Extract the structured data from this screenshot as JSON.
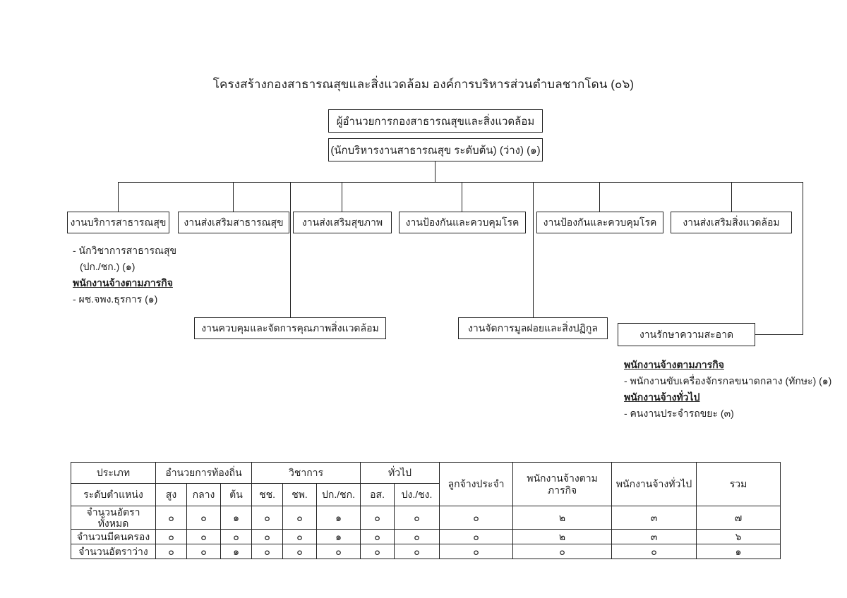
{
  "colors": {
    "ink": "#1f1f1f",
    "background": "#ffffff"
  },
  "page": {
    "title": "โครงสร้างกองสาธารณสุขและสิ่งแวดล้อม องค์การบริหารส่วนตำบลชากโดน (๐๖)"
  },
  "director": {
    "line1": "ผู้อำนวยการกองสาธารณสุขและสิ่งแวดล้อม",
    "line2": "(นักบริหารงานสาธารณสุข ระดับต้น) (ว่าง) (๑)"
  },
  "departments": [
    {
      "label": "งานบริการสาธารณสุข"
    },
    {
      "label": "งานส่งเสริมสาธารณสุข"
    },
    {
      "label": "งานส่งเสริมสุขภาพ"
    },
    {
      "label": "งานป้องกันและควบคุมโรค"
    },
    {
      "label": "งานป้องกันและควบคุมโรค"
    },
    {
      "label": "งานส่งเสริมสิ่งแวดล้อม"
    }
  ],
  "dept1_notes": {
    "line1": "- นักวิชาการสาธารณสุข",
    "line2": "(ปก./ชก.) (๑)",
    "heading": "พนักงานจ้างตามภารกิจ",
    "line3": "- ผช.จพง.ธุรการ (๑)"
  },
  "sub_departments": [
    {
      "label": "งานควบคุมและจัดการคุณภาพสิ่งแวดล้อม"
    },
    {
      "label": "งานจัดการมูลฝอยและสิ่งปฏิกูล"
    },
    {
      "label": "งานรักษาความสะอาด"
    }
  ],
  "cleaning_notes": {
    "heading1": "พนักงานจ้างตามภารกิจ",
    "line1": "- พนักงานขับเครื่องจักรกลขนาดกลาง (ทักษะ) (๑)",
    "heading2": "พนักงานจ้างทั่วไป",
    "line2": "- คนงานประจำรถขยะ (๓)"
  },
  "table": {
    "header": {
      "col_type": "ประเภท",
      "col_level": "ระดับตำแหน่ง",
      "group1": "อำนวยการท้องถิ่น",
      "group1_cols": [
        "สูง",
        "กลาง",
        "ต้น"
      ],
      "group2": "วิชาการ",
      "group2_cols": [
        "ชช.",
        "ชพ.",
        "ปก./ชก."
      ],
      "group3": "ทั่วไป",
      "group3_cols": [
        "อส.",
        "ปง./ชง."
      ],
      "col_permanent": "ลูกจ้างประจำ",
      "col_mission": "พนักงานจ้างตามภารกิจ",
      "col_general": "พนักงานจ้างทั่วไป",
      "col_total": "รวม"
    },
    "rows": [
      {
        "label": "จำนวนอัตราทั้งหมด",
        "values": [
          "๐",
          "๐",
          "๑",
          "๐",
          "๐",
          "๑",
          "๐",
          "๐",
          "๐",
          "๒",
          "๓",
          "๗"
        ]
      },
      {
        "label": "จำนวนมีคนครอง",
        "values": [
          "๐",
          "๐",
          "๐",
          "๐",
          "๐",
          "๑",
          "๐",
          "๐",
          "๐",
          "๒",
          "๓",
          "๖"
        ]
      },
      {
        "label": "จำนวนอัตราว่าง",
        "values": [
          "๐",
          "๐",
          "๑",
          "๐",
          "๐",
          "๐",
          "๐",
          "๐",
          "๐",
          "๐",
          "๐",
          "๑"
        ]
      }
    ]
  }
}
